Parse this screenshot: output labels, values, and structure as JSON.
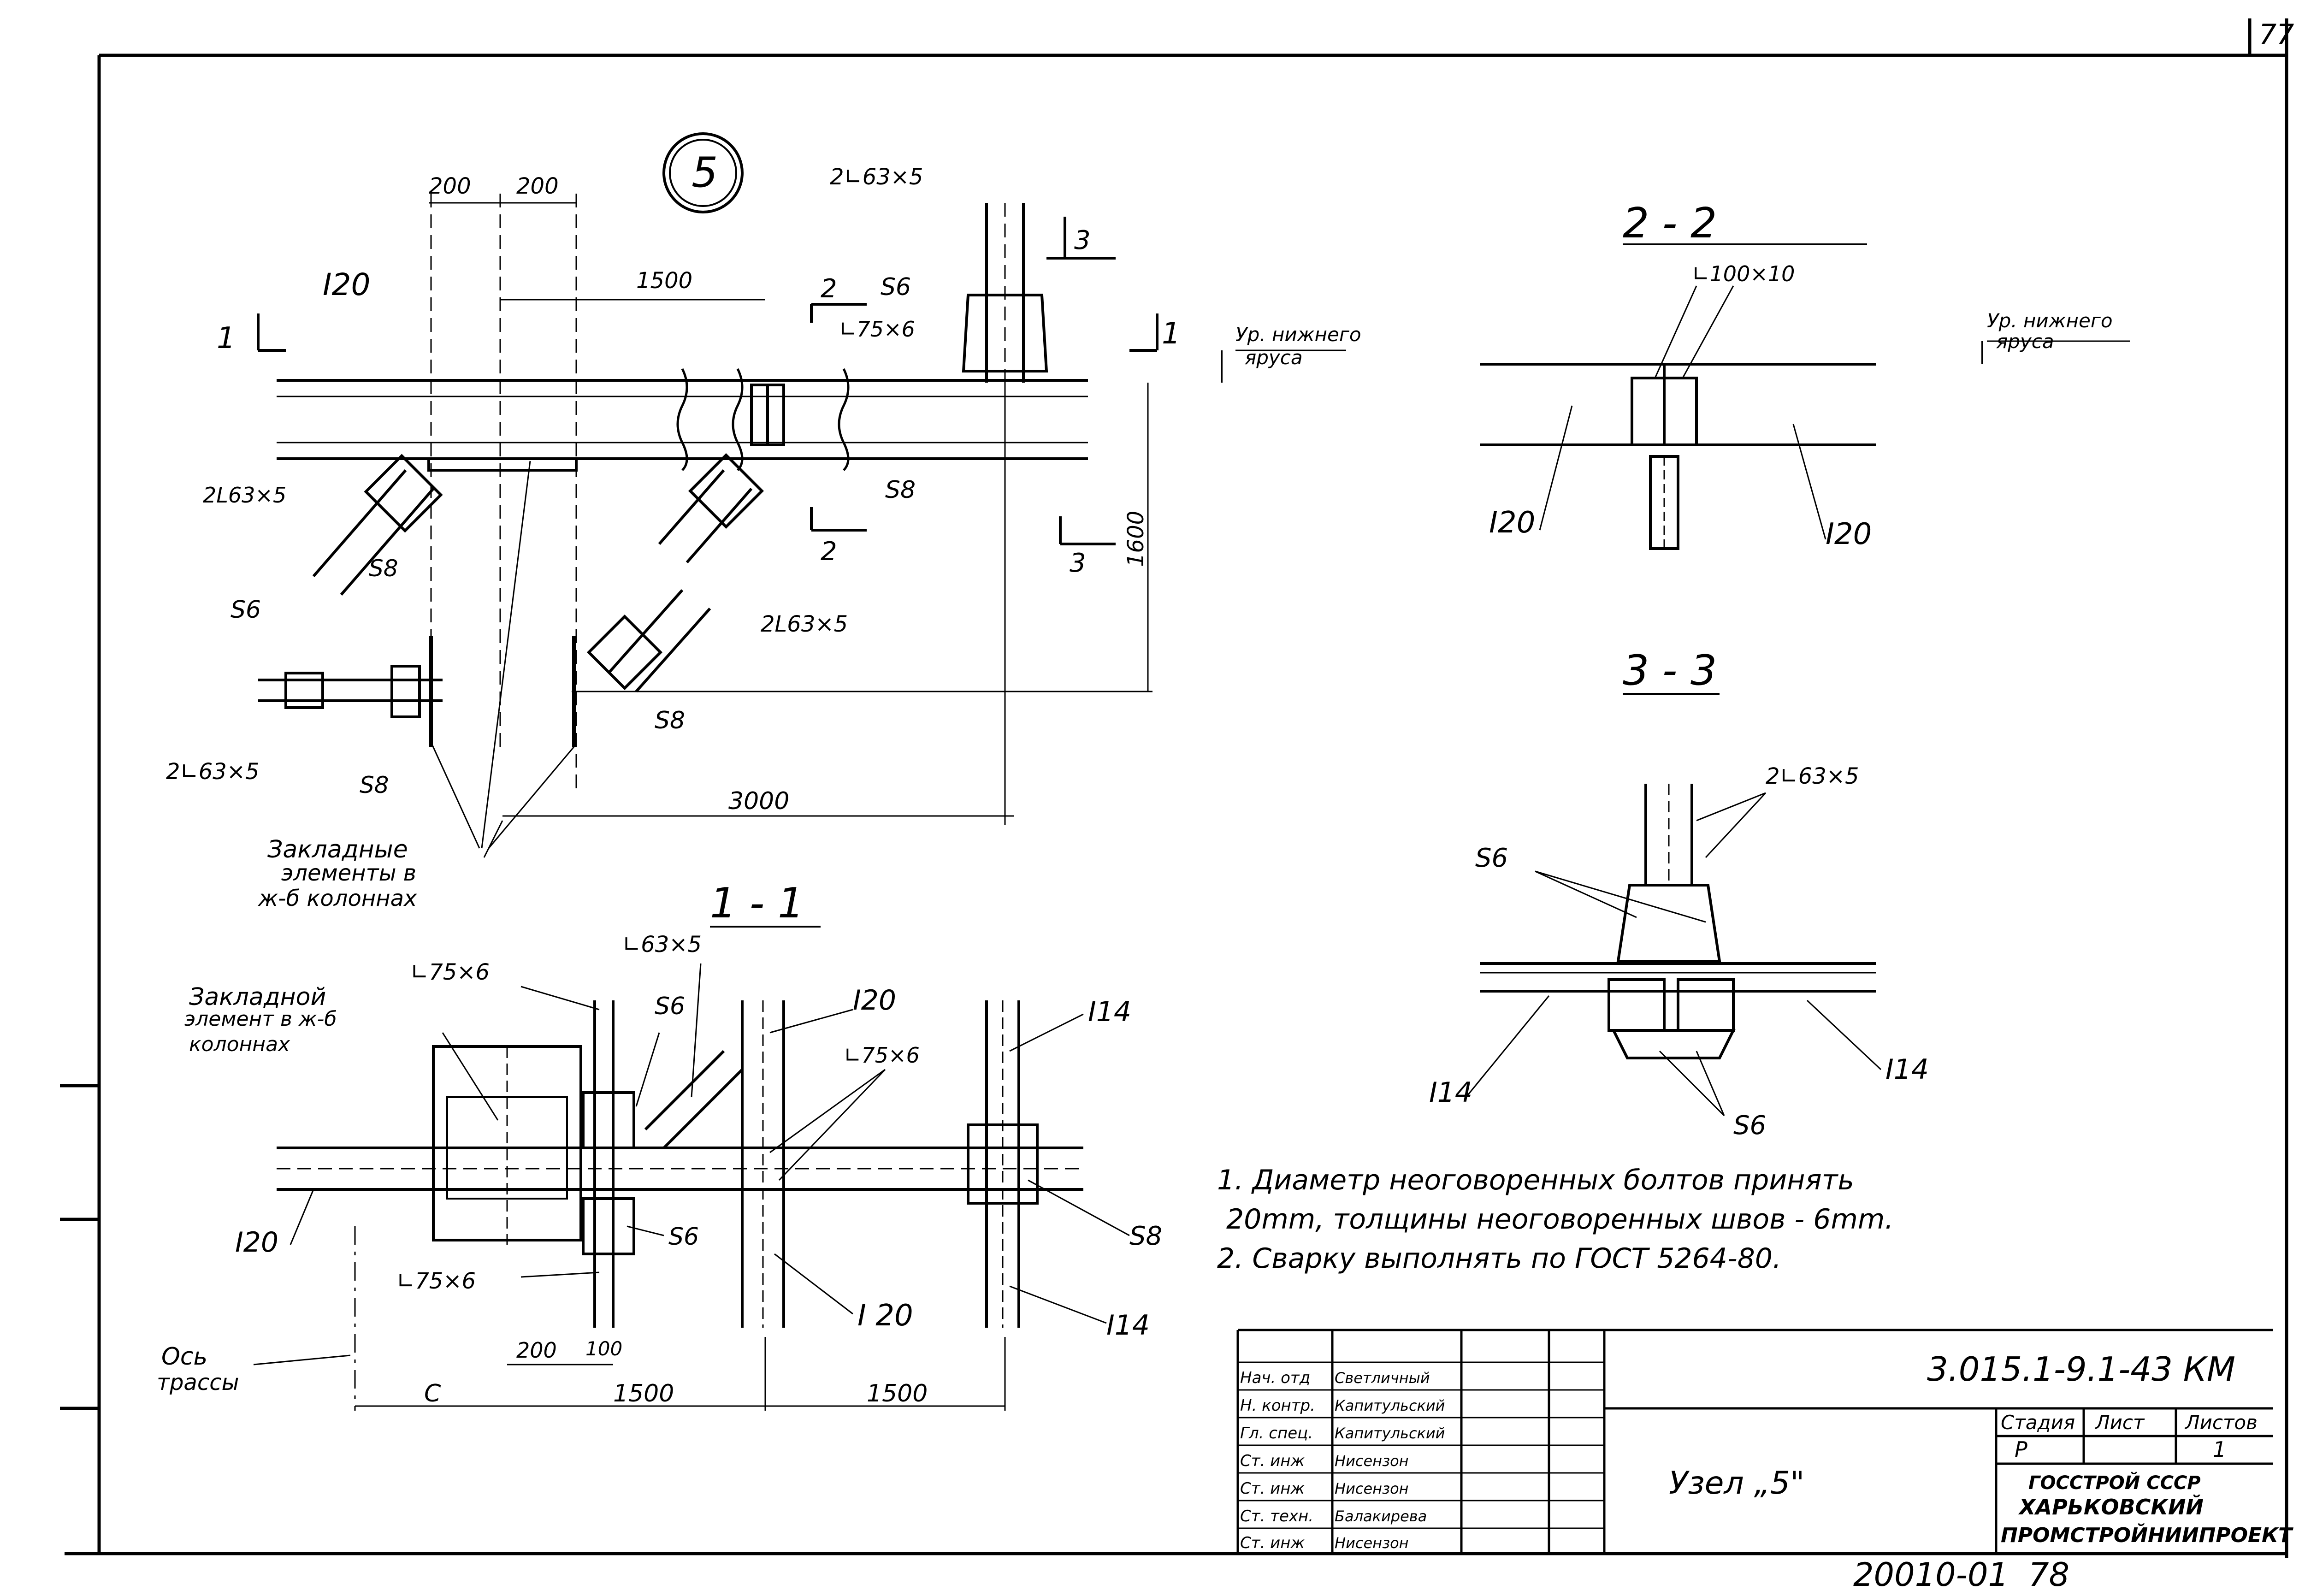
{
  "sheet_corner": "77",
  "node_number": "5",
  "plan": {
    "dims": {
      "d200a": "200",
      "d200b": "200",
      "d1500": "1500",
      "d1600": "1600",
      "d3000": "3000"
    },
    "labels": {
      "beam_top": "I20",
      "brace_top": "2∟63×5",
      "s6_top": "S6",
      "angle_75": "∟75×6",
      "brace_left": "2L63×5",
      "s8_left": "S8",
      "s8_mid": "S8",
      "brace_mid": "2L63×5",
      "s6_left": "S6",
      "brace_low": "2∟63×5",
      "s8_low": "S8",
      "s8_low2": "S8",
      "level_line1": "Ур. нижнего",
      "level_line2": "яруса",
      "embed_line1": "Закладные",
      "embed_line2": "элементы в",
      "embed_line3": "ж-б колоннах"
    },
    "cut_marks": {
      "c1a": "1",
      "c1b": "1",
      "c2a": "2",
      "c2b": "2",
      "c3a": "3",
      "c3b": "3"
    }
  },
  "section_22": {
    "title": "2 - 2",
    "angle": "∟100×10",
    "level_line1": "Ур. нижнего",
    "level_line2": "яруса",
    "beam_left": "I20",
    "beam_right": "I20"
  },
  "section_33": {
    "title": "3 - 3",
    "brace": "2∟63×5",
    "s6_top": "S6",
    "s6_bottom": "S6",
    "beam_left": "I14",
    "beam_right": "I14"
  },
  "section_11": {
    "title": "1 - 1",
    "embed_line1": "Закладной",
    "embed_line2": "элемент в ж-б",
    "embed_line3": "колоннах",
    "angle_top": "∟75×6",
    "angle_63": "∟63×5",
    "s6a": "S6",
    "i20_top": "I20",
    "angle_mid": "∟75×6",
    "i14_top": "I14",
    "i20_left": "I20",
    "s6b": "S6",
    "s8": "S8",
    "angle_low": "∟75×6",
    "i20_low": "I 20",
    "i14_low": "I14",
    "axis_line1": "Ось",
    "axis_line2": "трассы",
    "dims": {
      "d200": "200",
      "d100": "100",
      "c": "C",
      "d1500a": "1500",
      "d1500b": "1500"
    }
  },
  "notes": [
    "1. Диаметр неоговоренных болтов принять",
    "20mm, толщины неоговоренных швов - 6mm.",
    "2. Сварку выполнять по ГОСТ 5264-80."
  ],
  "title_block": {
    "doc_code": "3.015.1-9.1-43 КМ",
    "drawing_name": "Узел „5\"",
    "rows": [
      {
        "role": "Нач. отд",
        "name": "Светличный"
      },
      {
        "role": "Н. контр.",
        "name": "Капитульский"
      },
      {
        "role": "Гл. спец.",
        "name": "Капитульский"
      },
      {
        "role": "Ст. инж",
        "name": "Нисензон"
      },
      {
        "role": "Ст. инж",
        "name": "Нисензон"
      },
      {
        "role": "Ст. техн.",
        "name": "Балакирева"
      },
      {
        "role": "Ст. инж",
        "name": "Нисензон"
      }
    ],
    "stage_hdr": "Стадия",
    "sheet_hdr": "Лист",
    "sheets_hdr": "Листов",
    "stage": "Р",
    "sheets": "1",
    "org_line1": "ГОССТРОЙ СССР",
    "org_line2": "ХАРЬКОВСКИЙ",
    "org_line3": "ПРОМСТРОЙНИИПРОЕКТ"
  },
  "footer": {
    "inventory": "20010-01",
    "page": "78"
  }
}
